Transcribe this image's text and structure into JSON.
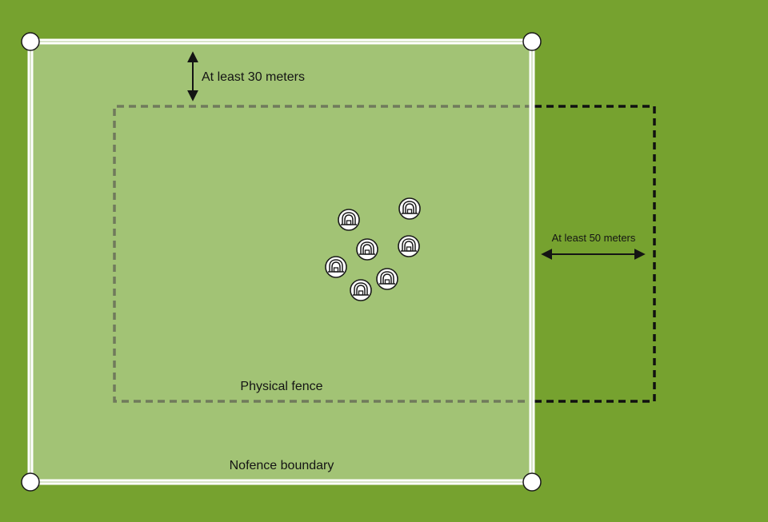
{
  "labels": {
    "min_30m": "At least 30 meters",
    "min_50m": "At least 50 meters",
    "physical_fence": "Physical fence",
    "nofence_boundary": "Nofence boundary"
  },
  "colors": {
    "field_background": "#76a22f",
    "nofence_area_fill": "#a2c375",
    "boundary_line": "#ffffff",
    "physical_fence_inside": "#707a5c",
    "physical_fence_outside": "#111111",
    "text": "#141414"
  },
  "animals": [
    {
      "id": "animal-1",
      "icon": "collar-icon"
    },
    {
      "id": "animal-2",
      "icon": "collar-icon"
    },
    {
      "id": "animal-3",
      "icon": "collar-icon"
    },
    {
      "id": "animal-4",
      "icon": "collar-icon"
    },
    {
      "id": "animal-5",
      "icon": "collar-icon"
    },
    {
      "id": "animal-6",
      "icon": "collar-icon"
    },
    {
      "id": "animal-7",
      "icon": "collar-icon"
    }
  ]
}
